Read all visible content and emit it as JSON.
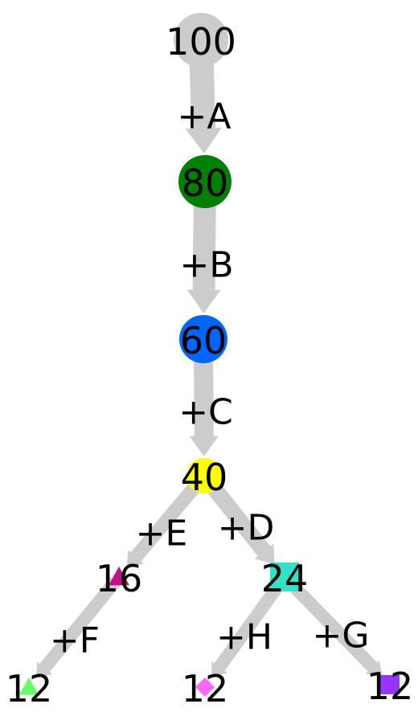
{
  "nodes": [
    {
      "id": "n100",
      "label": "100",
      "shape": "circle",
      "color": "#cccccc"
    },
    {
      "id": "n80",
      "label": "80",
      "shape": "circle",
      "color": "#008000"
    },
    {
      "id": "n60",
      "label": "60",
      "shape": "circle",
      "color": "#0066ff"
    },
    {
      "id": "n40",
      "label": "40",
      "shape": "circle",
      "color": "#ffff00"
    },
    {
      "id": "n16",
      "label": "16",
      "shape": "triangle",
      "color": "#c0108a"
    },
    {
      "id": "n24",
      "label": "24",
      "shape": "square",
      "color": "#33e0c8"
    },
    {
      "id": "n12a",
      "label": "12",
      "shape": "triangle",
      "color": "#66ff66"
    },
    {
      "id": "n12b",
      "label": "12",
      "shape": "diamond",
      "color": "#ff66ff"
    },
    {
      "id": "n12c",
      "label": "12",
      "shape": "square",
      "color": "#9933ff"
    }
  ],
  "edges": [
    {
      "from": "n100",
      "to": "n80",
      "label": "+A"
    },
    {
      "from": "n80",
      "to": "n60",
      "label": "+B"
    },
    {
      "from": "n60",
      "to": "n40",
      "label": "+C"
    },
    {
      "from": "n40",
      "to": "n24",
      "label": "+D"
    },
    {
      "from": "n40",
      "to": "n16",
      "label": "+E"
    },
    {
      "from": "n16",
      "to": "n12a",
      "label": "+F"
    },
    {
      "from": "n24",
      "to": "n12c",
      "label": "+G"
    },
    {
      "from": "n24",
      "to": "n12b",
      "label": "+H"
    }
  ],
  "edge_color": "#cccccc"
}
